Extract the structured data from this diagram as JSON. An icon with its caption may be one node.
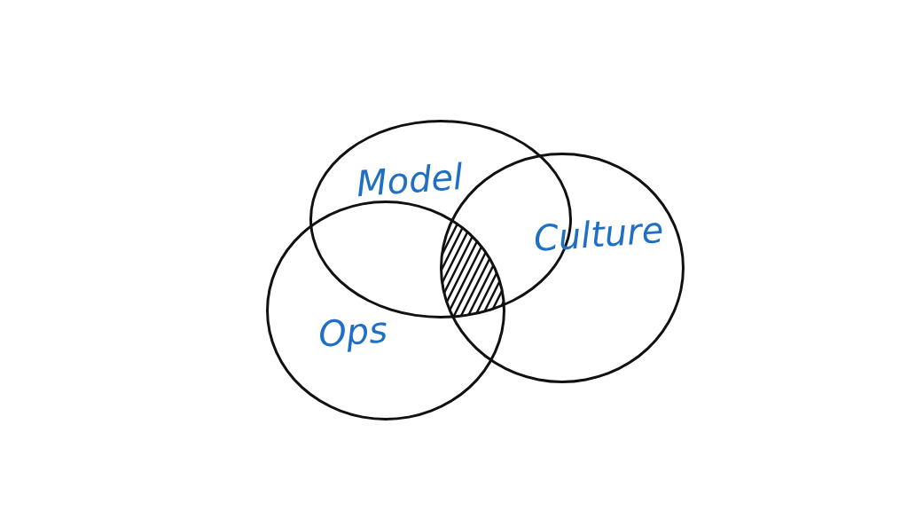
{
  "diagram": {
    "nodes": [
      {
        "text": [
          "Model"
        ]
      },
      {
        "text": [
          "Ops"
        ]
      },
      {
        "text": [
          "Culture"
        ]
      }
    ],
    "edges": []
  }
}
